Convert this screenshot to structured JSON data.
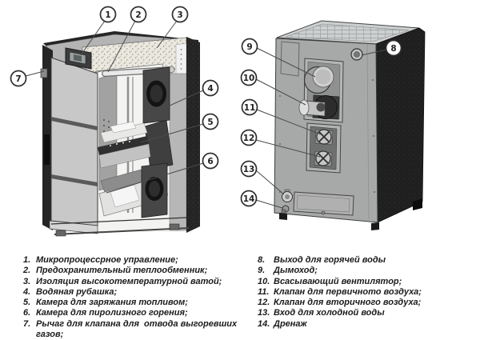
{
  "colors": {
    "background": "#ffffff",
    "outline": "#3a3a3a",
    "body_light": "#c8c8c8",
    "body_mid": "#a7a9a9",
    "dark_panel": "#202020",
    "insulation": "#eae8df",
    "text": "#1b1b1b"
  },
  "callouts": {
    "c1": "1",
    "c2": "2",
    "c3": "3",
    "c4": "4",
    "c5": "5",
    "c6": "6",
    "c7": "7",
    "c8": "8",
    "c9": "9",
    "c10": "10",
    "c11": "11",
    "c12": "12",
    "c13": "13",
    "c14": "14"
  },
  "legend": {
    "left": [
      {
        "num": "1.",
        "text": "Микропроцессрное управление;"
      },
      {
        "num": "2.",
        "text": "Предохранительный теплообменник;"
      },
      {
        "num": "3.",
        "text": "Изоляция высокотемпературной ватой;"
      },
      {
        "num": "4.",
        "text": "Водяная рубашка;"
      },
      {
        "num": "5.",
        "text": "Камера для заряжания топливом;"
      },
      {
        "num": "6.",
        "text": "Камера для пиролизного горения;"
      },
      {
        "num": "7.",
        "text": "Рычаг для клапана для  отвода выгоревших газов;"
      }
    ],
    "right": [
      {
        "num": "8.",
        "text": "Выход для горячей воды"
      },
      {
        "num": "9.",
        "text": "Дымоход;"
      },
      {
        "num": "10.",
        "text": "Всасывающий вентилятор;"
      },
      {
        "num": "11.",
        "text": "Клапан для первичното воздуха;"
      },
      {
        "num": "12.",
        "text": "Клапан для вторичного воздуха;"
      },
      {
        "num": "13.",
        "text": "Вход для холодной воды"
      },
      {
        "num": "14.",
        "text": "Дренаж"
      }
    ]
  }
}
